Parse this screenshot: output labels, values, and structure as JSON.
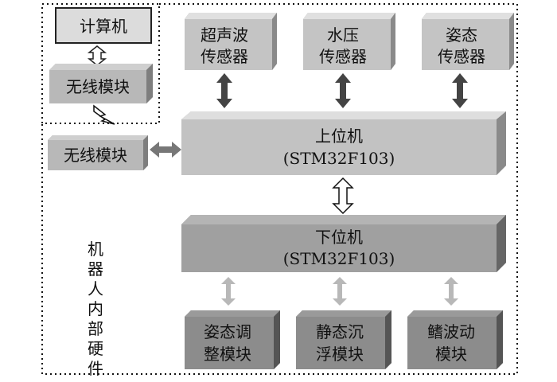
{
  "computer": {
    "label": "计算机"
  },
  "wireless_external": {
    "label": "无线模块"
  },
  "wireless_internal": {
    "label": "无线模块"
  },
  "sensors": [
    {
      "line1": "超声波",
      "line2": "传感器"
    },
    {
      "line1": "水压",
      "line2": "传感器"
    },
    {
      "line1": "姿态",
      "line2": "传感器"
    }
  ],
  "upper_controller": {
    "title": "上位机",
    "chip": "(STM32F103)"
  },
  "lower_controller": {
    "title": "下位机",
    "chip": "(STM32F103)"
  },
  "modules": [
    {
      "line1": "姿态调",
      "line2": "整模块"
    },
    {
      "line1": "静态沉",
      "line2": "浮模块"
    },
    {
      "line1": "鳍波动",
      "line2": "模块"
    }
  ],
  "robot_internal_label": [
    "机",
    "器",
    "人",
    "内",
    "部",
    "硬",
    "件"
  ]
}
